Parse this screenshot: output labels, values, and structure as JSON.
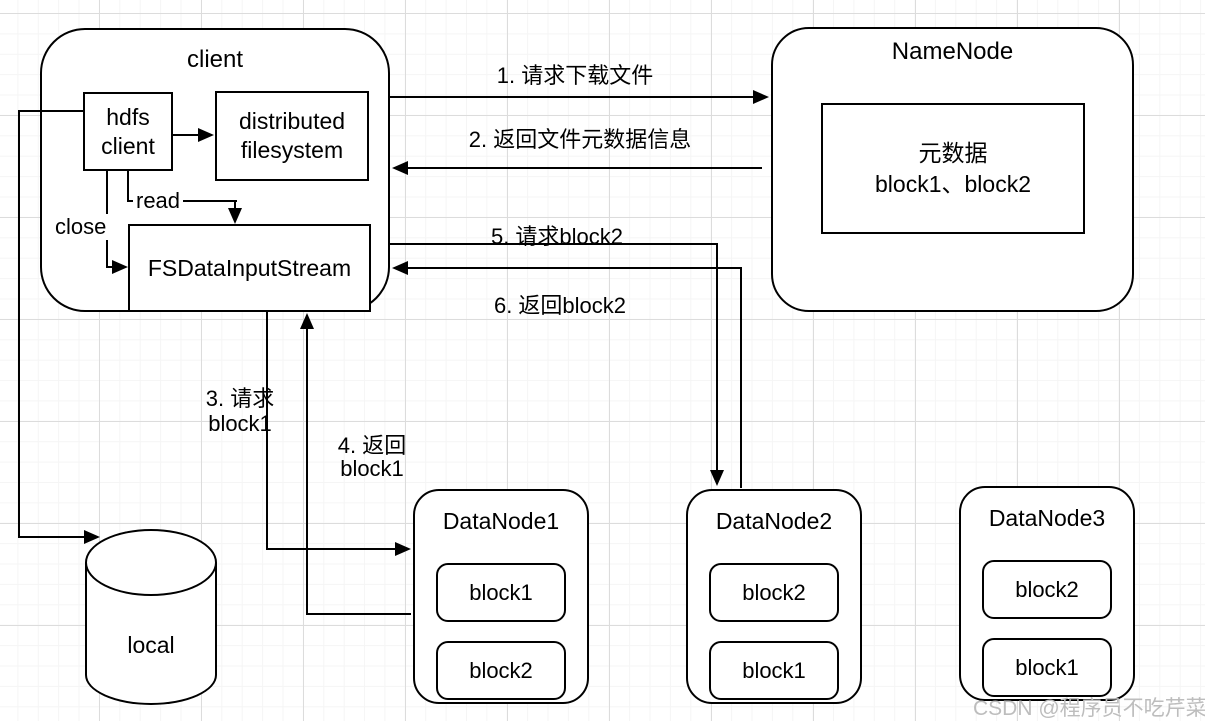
{
  "client": {
    "title": "client",
    "hdfs_client": [
      "hdfs",
      "client"
    ],
    "distributed_filesystem": [
      "distributed",
      "filesystem"
    ],
    "fs_data_input_stream": "FSDataInputStream",
    "read_label": "read",
    "close_label": "close"
  },
  "namenode": {
    "title": "NameNode",
    "metadata": [
      "元数据",
      "block1、block2"
    ]
  },
  "datanodes": [
    {
      "title": "DataNode1",
      "blocks": [
        "block1",
        "block2"
      ]
    },
    {
      "title": "DataNode2",
      "blocks": [
        "block2",
        "block1"
      ]
    },
    {
      "title": "DataNode3",
      "blocks": [
        "block2",
        "block1"
      ]
    }
  ],
  "local_storage": {
    "label": "local"
  },
  "steps": {
    "s1": "1. 请求下载文件",
    "s2": "2. 返回文件元数据信息",
    "s3": [
      "3. 请求",
      "block1"
    ],
    "s4": [
      "4. 返回",
      "block1"
    ],
    "s5": "5. 请求block2",
    "s6": "6. 返回block2"
  },
  "watermark": "CSDN @程序员不吃芹菜",
  "colors": {
    "stroke": "#000000",
    "fill": "#ffffff",
    "grid_minor": "#f5f5f5",
    "grid_major": "#dcdcdc",
    "watermark": "#bdbdbd"
  }
}
